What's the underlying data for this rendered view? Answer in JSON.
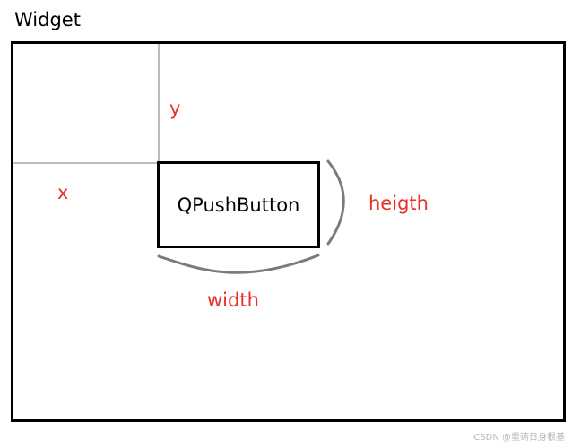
{
  "widget": {
    "title": "Widget"
  },
  "button": {
    "label": "QPushButton"
  },
  "annotations": {
    "y": "y",
    "x": "x",
    "height": "heigth",
    "width": "width"
  },
  "colors": {
    "annotation": "#e8302a",
    "guide": "#bcbcbc",
    "brace": "#7a7a7a",
    "frame": "#000000"
  },
  "watermark": "CSDN @重铸日身根基"
}
